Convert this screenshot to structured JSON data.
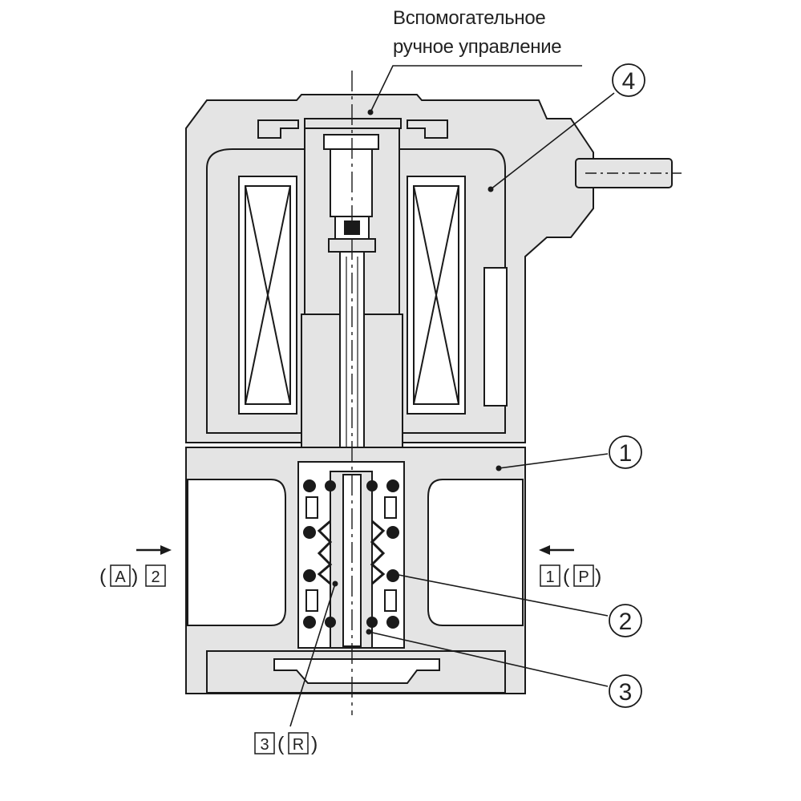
{
  "diagram": {
    "callout_manual_line1": "Вспомогательное",
    "callout_manual_line2": "ручное управление",
    "parts": [
      {
        "id": "part-1",
        "number": "1"
      },
      {
        "id": "part-2",
        "number": "2"
      },
      {
        "id": "part-3",
        "number": "3"
      },
      {
        "id": "part-4",
        "number": "4"
      }
    ],
    "ports": {
      "left": {
        "paren_open": "(",
        "box_a": "A",
        "paren_close": ")",
        "box_b": "2"
      },
      "right": {
        "box_a": "1",
        "paren_open": "(",
        "box_b": "P",
        "paren_close": ")"
      },
      "bottom": {
        "box_a": "3",
        "paren_open": "(",
        "box_b": "R",
        "paren_close": ")"
      }
    },
    "colors": {
      "body_fill": "#e4e4e4",
      "stroke": "#1a1a1a",
      "oring": "#1a1a1a",
      "background": "#ffffff"
    }
  }
}
